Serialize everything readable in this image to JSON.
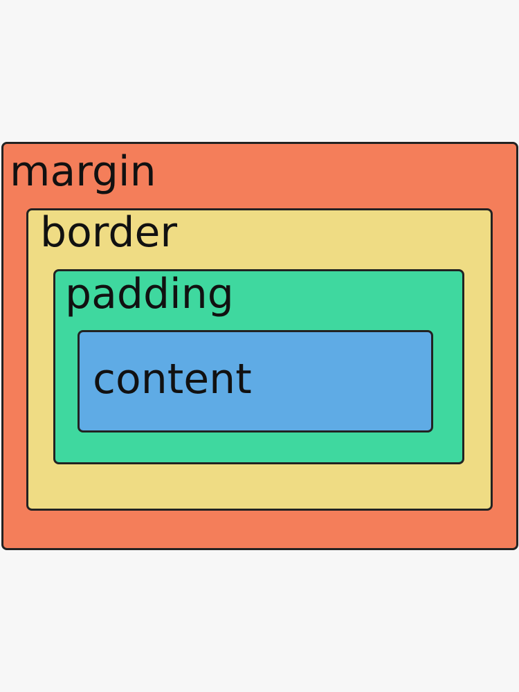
{
  "diagram": {
    "layers": {
      "margin": {
        "label": "margin",
        "color": "#f47e5a"
      },
      "border": {
        "label": "border",
        "color": "#efdc84"
      },
      "padding": {
        "label": "padding",
        "color": "#3fd89f"
      },
      "content": {
        "label": "content",
        "color": "#5fabe5"
      }
    },
    "outline_color": "#222222",
    "background": "#f7f7f7"
  }
}
